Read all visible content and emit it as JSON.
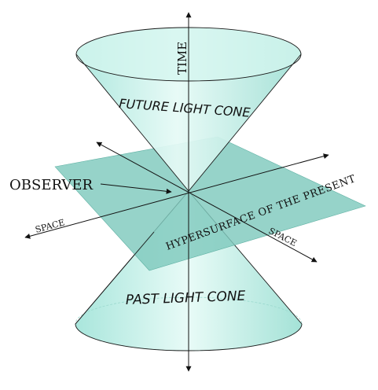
{
  "labels": {
    "time": "TIME",
    "future_cone": "FUTURE LIGHT CONE",
    "past_cone": "PAST LIGHT CONE",
    "observer": "OBSERVER",
    "hypersurface": "HYPERSURFACE OF THE PRESENT",
    "space_left": "SPACE",
    "space_right": "SPACE"
  },
  "colors": {
    "cone_fill": "#bfeee6",
    "cone_shade": "#8fd8cd",
    "plane_fill": "#7fc9bd",
    "line": "#111111"
  }
}
